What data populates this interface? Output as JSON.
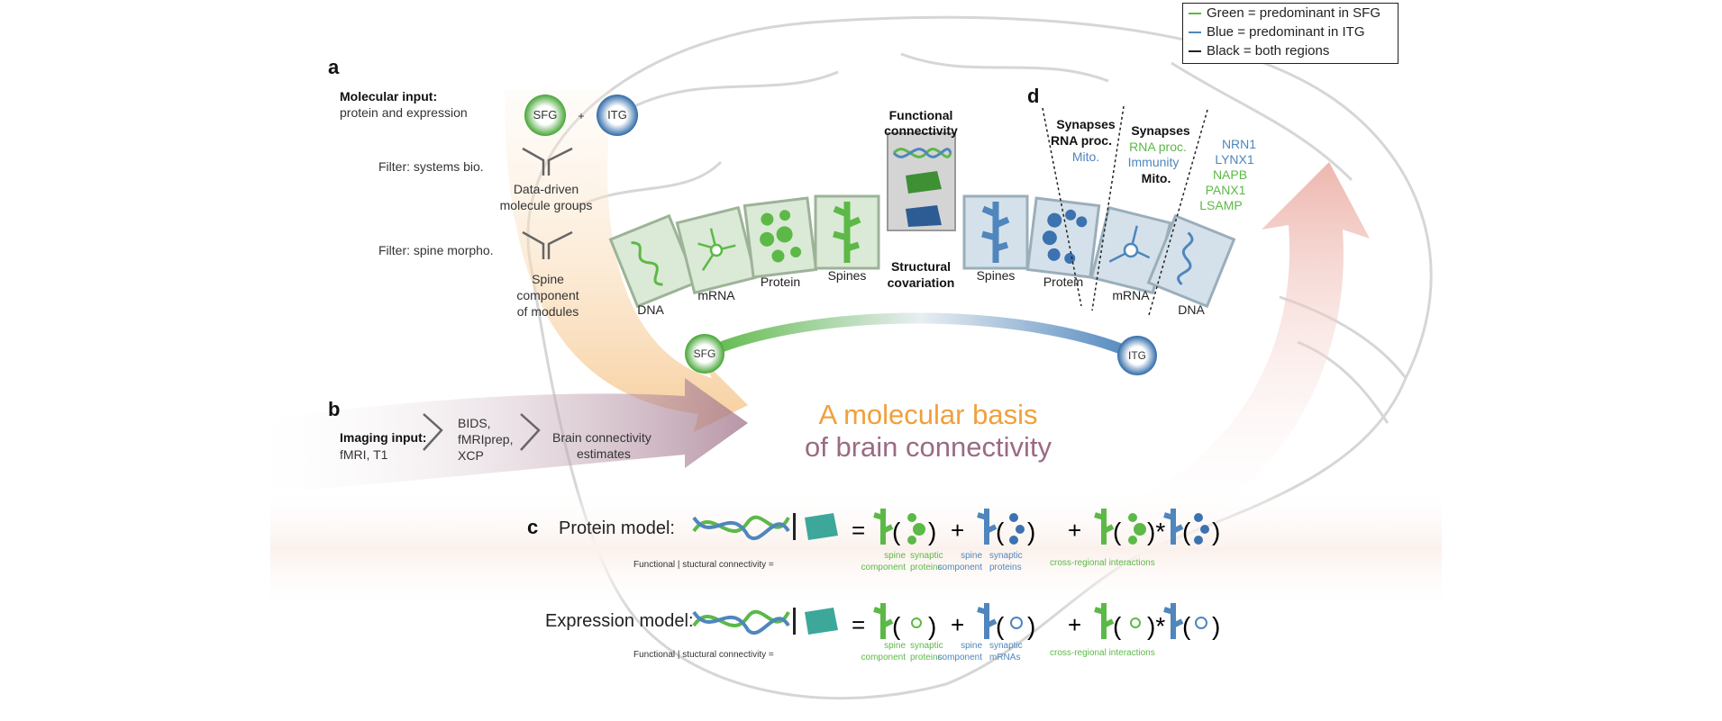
{
  "legend": {
    "items": [
      {
        "label": "Green = predominant in SFG",
        "color": "#5cb947"
      },
      {
        "label": "Blue = predominant in ITG",
        "color": "#4f86bd"
      },
      {
        "label": "Black = both regions",
        "color": "#222222"
      }
    ]
  },
  "panel_a": {
    "label": "a",
    "heading": "Molecular input:",
    "subheading": "protein and expression",
    "region1": "SFG",
    "plus": "+",
    "region2": "ITG",
    "filter1": "Filter: systems bio.",
    "result1_line1": "Data-driven",
    "result1_line2": "molecule groups",
    "filter2": "Filter: spine morpho.",
    "result2_line1": "Spine",
    "result2_line2": "component",
    "result2_line3": "of modules"
  },
  "panel_b": {
    "label": "b",
    "heading": "Imaging input:",
    "subheading": "fMRI, T1",
    "tools_line1": "BIDS,",
    "tools_line2": "fMRIprep,",
    "tools_line3": "XCP",
    "output_line1": "Brain connectivity",
    "output_line2": "estimates"
  },
  "center": {
    "title_line1": "A molecular basis",
    "title_line2": "of brain connectivity",
    "functional_line1": "Functional",
    "functional_line2": "connectivity",
    "structural_line1": "Structural",
    "structural_line2": "covariation",
    "arc_start": "SFG",
    "arc_end": "ITG",
    "tiles_sfg": [
      "DNA",
      "mRNA",
      "Protein",
      "Spines"
    ],
    "tiles_itg": [
      "Spines",
      "Protein",
      "mRNA",
      "DNA"
    ]
  },
  "panel_d": {
    "label": "d",
    "col1": {
      "line1": "Synapses",
      "line2": "RNA proc.",
      "line3": "Mito."
    },
    "col2": {
      "line1": "Synapses",
      "line2": "RNA proc.",
      "line3": "Immunity",
      "line4": "Mito."
    },
    "genes": [
      "NRN1",
      "LYNX1",
      "NAPB",
      "PANX1",
      "LSAMP"
    ]
  },
  "panel_c": {
    "label": "c",
    "protein_model": {
      "title": "Protein model:",
      "lhs": "Functional | stuctural connectivity =",
      "t1a": "spine",
      "t1b": "component",
      "t1c": "synaptic",
      "t1d": "proteins",
      "t2a": "spine",
      "t2b": "component",
      "t2c": "synaptic",
      "t2d": "proteins",
      "t3": "cross-regional interactions"
    },
    "expression_model": {
      "title": "Expression model:",
      "lhs": "Functional | stuctural connectivity =",
      "t1a": "spine",
      "t1b": "component",
      "t1c": "synaptic",
      "t1d": "proteins",
      "t2a": "spine",
      "t2b": "component",
      "t2c": "synaptic",
      "t2d": "mRNAs",
      "t3": "cross-regional interactions"
    }
  }
}
